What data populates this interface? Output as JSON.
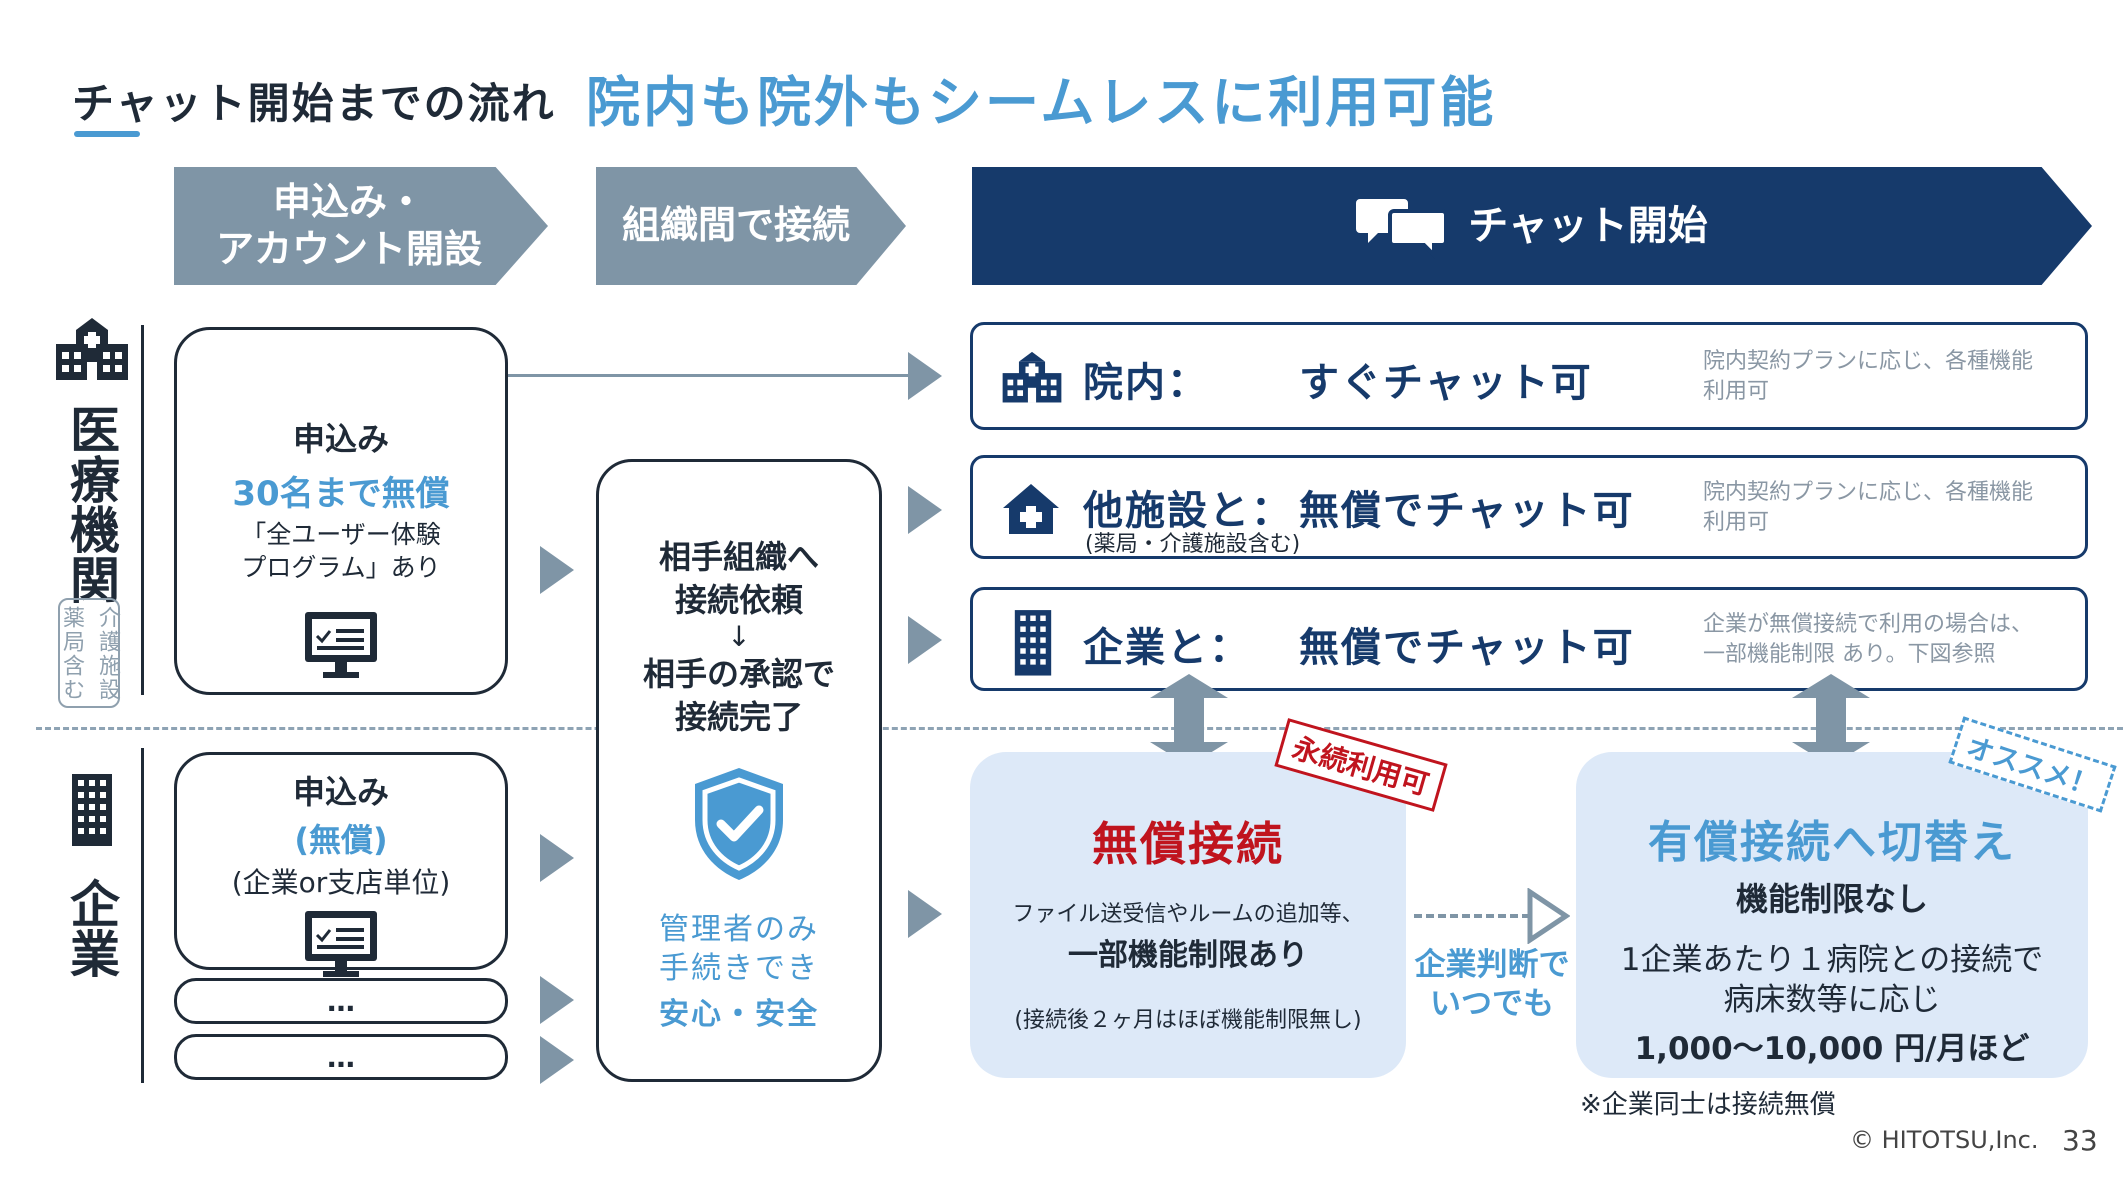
{
  "header": {
    "subtitle": "チャット開始までの流れ",
    "title": "院内も院外もシームレスに利用可能"
  },
  "steps": {
    "step1": "申込み・\nアカウント開設",
    "step2": "組織間で接続",
    "step3": "チャット開始"
  },
  "orgs": {
    "medical_label": "医療機関",
    "medical_sub_col1": "介護施設",
    "medical_sub_col2": "薬局含む",
    "company_label": "企業"
  },
  "medical_apply": {
    "title": "申込み",
    "highlight": "30名まで無償",
    "note": "「全ユーザー体験\nプログラム」あり"
  },
  "company_apply": {
    "title": "申込み",
    "highlight": "(無償)",
    "note": "(企業or支店単位)",
    "more1": "…",
    "more2": "…"
  },
  "connect": {
    "line1": "相手組織へ\n接続依頼",
    "arrow": "↓",
    "line2": "相手の承認で\n接続完了",
    "note1": "管理者のみ\n手続きでき",
    "note2": "安心・安全"
  },
  "rows": [
    {
      "label": "院内：",
      "value": "すぐチャット可",
      "sub": "",
      "note": "院内契約プランに応じ、各種機能\n利用可"
    },
    {
      "label": "他施設と：",
      "value": "無償でチャット可",
      "sub": "(薬局・介護施設含む)",
      "note": "院内契約プランに応じ、各種機能\n利用可"
    },
    {
      "label": "企業と：",
      "value": "無償でチャット可",
      "sub": "",
      "note": "企業が無償接続で利用の場合は、\n一部機能制限 あり。下図参照"
    }
  ],
  "free": {
    "stamp": "永続利用可",
    "title": "無償接続",
    "desc": "ファイル送受信やルームの追加等、",
    "limit": "一部機能制限あり",
    "note": "(接続後２ヶ月はほぼ機能制限無し)"
  },
  "switch_label": "企業判断で\nいつでも",
  "paid": {
    "stamp": "オススメ！",
    "title": "有償接続へ切替え",
    "subtitle": "機能制限なし",
    "desc": "1企業あたり１病院との接続で\n病床数等に応じ",
    "price": "1,000〜10,000 円/月ほど"
  },
  "footnote": "※企業同士は接続無償",
  "copyright": "© HITOTSU,Inc.",
  "page_number": "33",
  "colors": {
    "accent": "#4a9ad2",
    "navy": "#163a6b",
    "gray_chevron": "#7f95a6",
    "red": "#c0141e",
    "option_bg": "#dde9f8"
  }
}
